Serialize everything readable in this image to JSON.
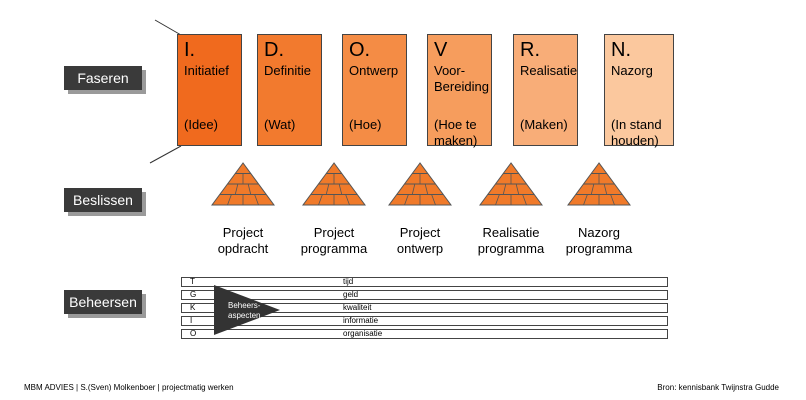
{
  "labels": {
    "phases": "Faseren",
    "decide": "Beslissen",
    "manage": "Beheersen"
  },
  "phases": [
    {
      "letter": "I.",
      "name": "Initiatief",
      "sub": "(Idee)",
      "color": "#f06a1e"
    },
    {
      "letter": "D.",
      "name": "Definitie",
      "sub": "(Wat)",
      "color": "#f27a2e"
    },
    {
      "letter": "O.",
      "name": "Ontwerp",
      "sub": "(Hoe)",
      "color": "#f48c45"
    },
    {
      "letter": "V",
      "name": "Voor-\nBereiding",
      "sub": "(Hoe te\nmaken)",
      "color": "#f69d5d"
    },
    {
      "letter": "R.",
      "name": "Realisatie",
      "sub": "(Maken)",
      "color": "#f8ad78"
    },
    {
      "letter": "N.",
      "name": "Nazorg",
      "sub": "(In stand\nhouden)",
      "color": "#fbc89e"
    }
  ],
  "decisions": [
    {
      "label": "Project\nopdracht"
    },
    {
      "label": "Project\nprogramma"
    },
    {
      "label": "Project\nontwerp"
    },
    {
      "label": "Realisatie\nprogramma"
    },
    {
      "label": "Nazorg\nprogramma"
    }
  ],
  "manage": {
    "arrow_text": "Beheers-\naspecten",
    "rows": [
      {
        "code": "T",
        "term": "tijd"
      },
      {
        "code": "G",
        "term": "geld"
      },
      {
        "code": "K",
        "term": "kwaliteit"
      },
      {
        "code": "I",
        "term": "informatie"
      },
      {
        "code": "O",
        "term": "organisatie"
      }
    ]
  },
  "colors": {
    "pyramid": "#f07a2a",
    "label_bg": "#3a3a3a",
    "arrow": "#333333"
  },
  "footer": {
    "left": "MBM ADVIES | S.(Sven) Molkenboer | projectmatig werken",
    "right": "Bron: kennisbank Twijnstra Gudde"
  }
}
